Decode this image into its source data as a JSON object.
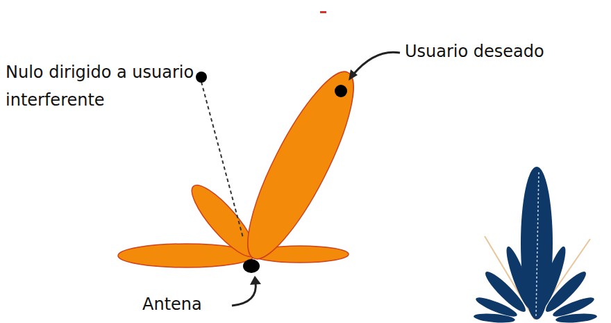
{
  "diagram": {
    "labels": [
      "Nulo dirigido a usuario interferente",
      "Usuario deseado",
      "Antena"
    ]
  }
}
